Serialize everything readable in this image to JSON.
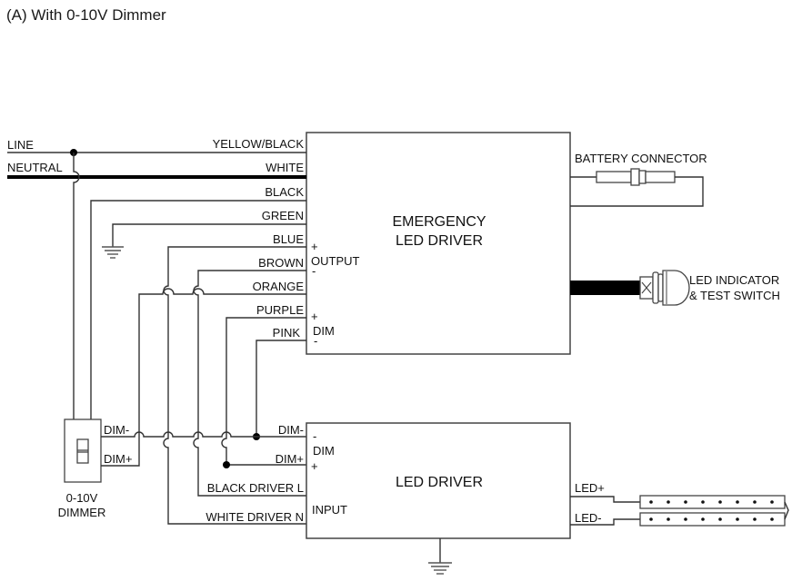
{
  "title": "(A) With 0-10V Dimmer",
  "mains": {
    "line_label": "LINE",
    "neutral_label": "NEUTRAL"
  },
  "emergency_driver": {
    "title_line1": "EMERGENCY",
    "title_line2": "LED DRIVER",
    "wires": [
      "YELLOW/BLACK",
      "WHITE",
      "BLACK",
      "GREEN",
      "BLUE",
      "BROWN",
      "ORANGE",
      "PURPLE",
      "PINK"
    ],
    "output_label": "OUTPUT",
    "output_plus": "+",
    "output_minus": "-",
    "dim_label": "DIM",
    "dim_plus": "+",
    "dim_minus": "-"
  },
  "battery": {
    "label": "BATTERY CONNECTOR"
  },
  "indicator": {
    "label_line1": "LED INDICATOR",
    "label_line2": "& TEST SWITCH"
  },
  "dimmer": {
    "label_line1": "0-10V",
    "label_line2": "DIMMER",
    "dim_minus": "DIM-",
    "dim_plus": "DIM+"
  },
  "led_driver": {
    "title": "LED DRIVER",
    "wires": [
      "DIM-",
      "DIM+",
      "BLACK DRIVER L",
      "WHITE DRIVER N"
    ],
    "dim_label": "DIM",
    "dim_minus": "-",
    "dim_plus": "+",
    "input_label": "INPUT",
    "led_plus": "LED+",
    "led_minus": "LED-"
  },
  "led_strip": {
    "dots_per_row": 8,
    "rows": 2
  }
}
